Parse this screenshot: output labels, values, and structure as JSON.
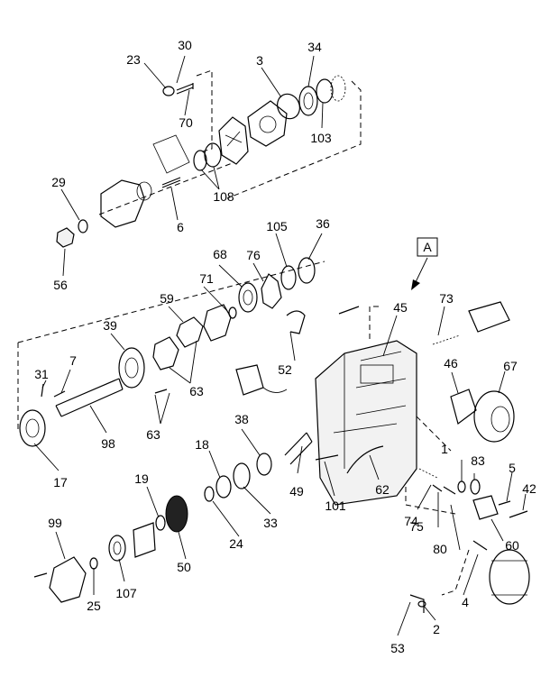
{
  "reference_box": "A",
  "callouts": [
    "1",
    "2",
    "3",
    "4",
    "5",
    "6",
    "7",
    "17",
    "18",
    "19",
    "23",
    "24",
    "25",
    "29",
    "30",
    "31",
    "33",
    "34",
    "36",
    "38",
    "39",
    "42",
    "45",
    "46",
    "49",
    "50",
    "52",
    "53",
    "56",
    "59",
    "60",
    "62",
    "63",
    "63",
    "67",
    "68",
    "70",
    "71",
    "73",
    "74",
    "75",
    "76",
    "80",
    "83",
    "98",
    "99",
    "101",
    "103",
    "105",
    "107",
    "108"
  ]
}
